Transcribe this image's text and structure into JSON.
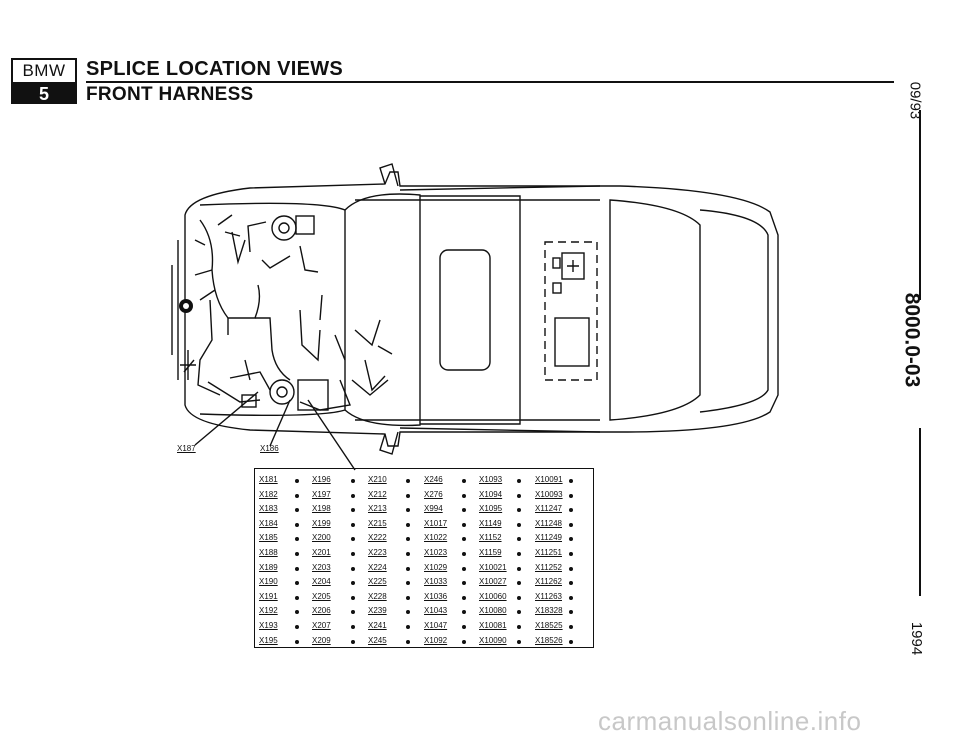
{
  "header": {
    "logo_top": "BMW",
    "logo_bottom": "5",
    "title": "SPLICE LOCATION VIEWS",
    "subtitle": "FRONT HARNESS"
  },
  "sidebar": {
    "date": "09/93",
    "doc_number": "8000.0-03",
    "year": "1994"
  },
  "diagram": {
    "connector_left": "X187",
    "connector_right": "X186"
  },
  "splice_table": {
    "columns": [
      [
        "X181",
        "X182",
        "X183",
        "X184",
        "X185",
        "X188",
        "X189",
        "X190",
        "X191",
        "X192",
        "X193",
        "X195"
      ],
      [
        "X196",
        "X197",
        "X198",
        "X199",
        "X200",
        "X201",
        "X203",
        "X204",
        "X205",
        "X206",
        "X207",
        "X209"
      ],
      [
        "X210",
        "X212",
        "X213",
        "X215",
        "X222",
        "X223",
        "X224",
        "X225",
        "X228",
        "X239",
        "X241",
        "X245"
      ],
      [
        "X246",
        "X276",
        "X994",
        "X1017",
        "X1022",
        "X1023",
        "X1029",
        "X1033",
        "X1036",
        "X1043",
        "X1047",
        "X1092"
      ],
      [
        "X1093",
        "X1094",
        "X1095",
        "X1149",
        "X1152",
        "X1159",
        "X10021",
        "X10027",
        "X10060",
        "X10080",
        "X10081",
        "X10090"
      ],
      [
        "X10091",
        "X10093",
        "X11247",
        "X11248",
        "X11249",
        "X11251",
        "X11252",
        "X11262",
        "X11263",
        "X18328",
        "X18525",
        "X18526"
      ]
    ]
  },
  "watermark": "carmanualsonline.info"
}
